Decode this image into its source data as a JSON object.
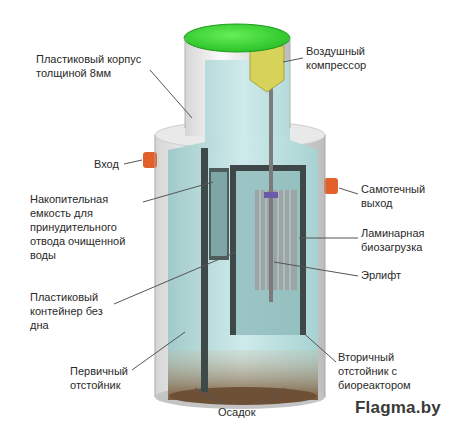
{
  "diagram": {
    "labels": [
      "Пластиковый корпус толщиной 8мм",
      "Воздушный компрессор",
      "Вход",
      "Накопительная емкость для принудительного отвода очищенной воды",
      "Самотечный выход",
      "Ламинарная биозагрузка",
      "Эрлифт",
      "Пластиковый контейнер без дна",
      "Первичный отстойник",
      "Вторичный отстойник с биореактором",
      "Осадок",
      "Flagma.by"
    ]
  }
}
